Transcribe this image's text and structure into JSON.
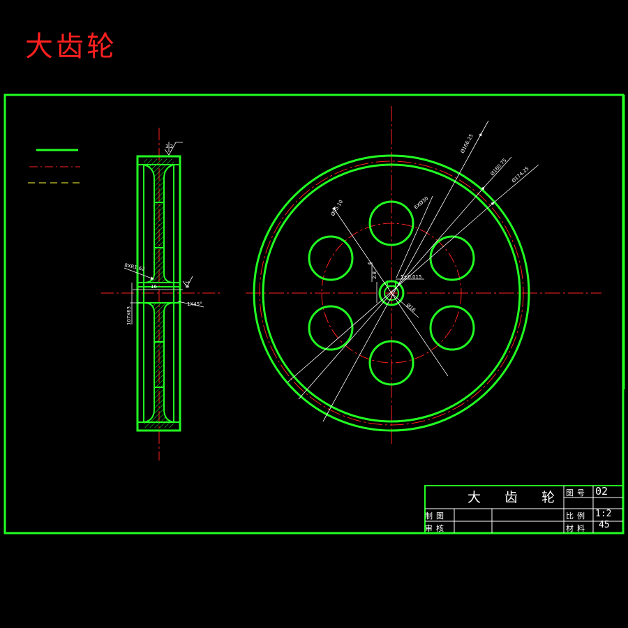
{
  "page_title": "大齿轮",
  "colors": {
    "outline": "#22ff22",
    "centerline": "#ff2020",
    "hidden": "#ffff33",
    "dimension": "#ffffff",
    "title_text": "#ff2020"
  },
  "legend": {
    "items": [
      "solid-line",
      "center-line",
      "hidden-line"
    ]
  },
  "side_view": {
    "dims": {
      "roughness_top": "3.2",
      "fillet": "8XR1.62",
      "hub_bore": "16",
      "roughness_hub": "1.6",
      "chamfer": "1X45°",
      "hub_dia": "107X63"
    }
  },
  "front_view": {
    "dims": {
      "tip_dia": "Ø166.25",
      "pitch_dia": "Ø160.75",
      "root_dia": "Ø174.25",
      "holes": "6XØ30",
      "hole_circle": "Ø95.10",
      "keyway_depth": "2.8",
      "keyway_width": "4",
      "bore_tol": "5±0.015",
      "bore": "Ø16"
    }
  },
  "title_block": {
    "title": "大 齿 轮",
    "drawing_no_label": "图号",
    "drawing_no": "02",
    "drawn_label": "制图",
    "checked_label": "审核",
    "scale_label": "比例",
    "scale": "1:2",
    "material_label": "材料",
    "material": "45"
  }
}
